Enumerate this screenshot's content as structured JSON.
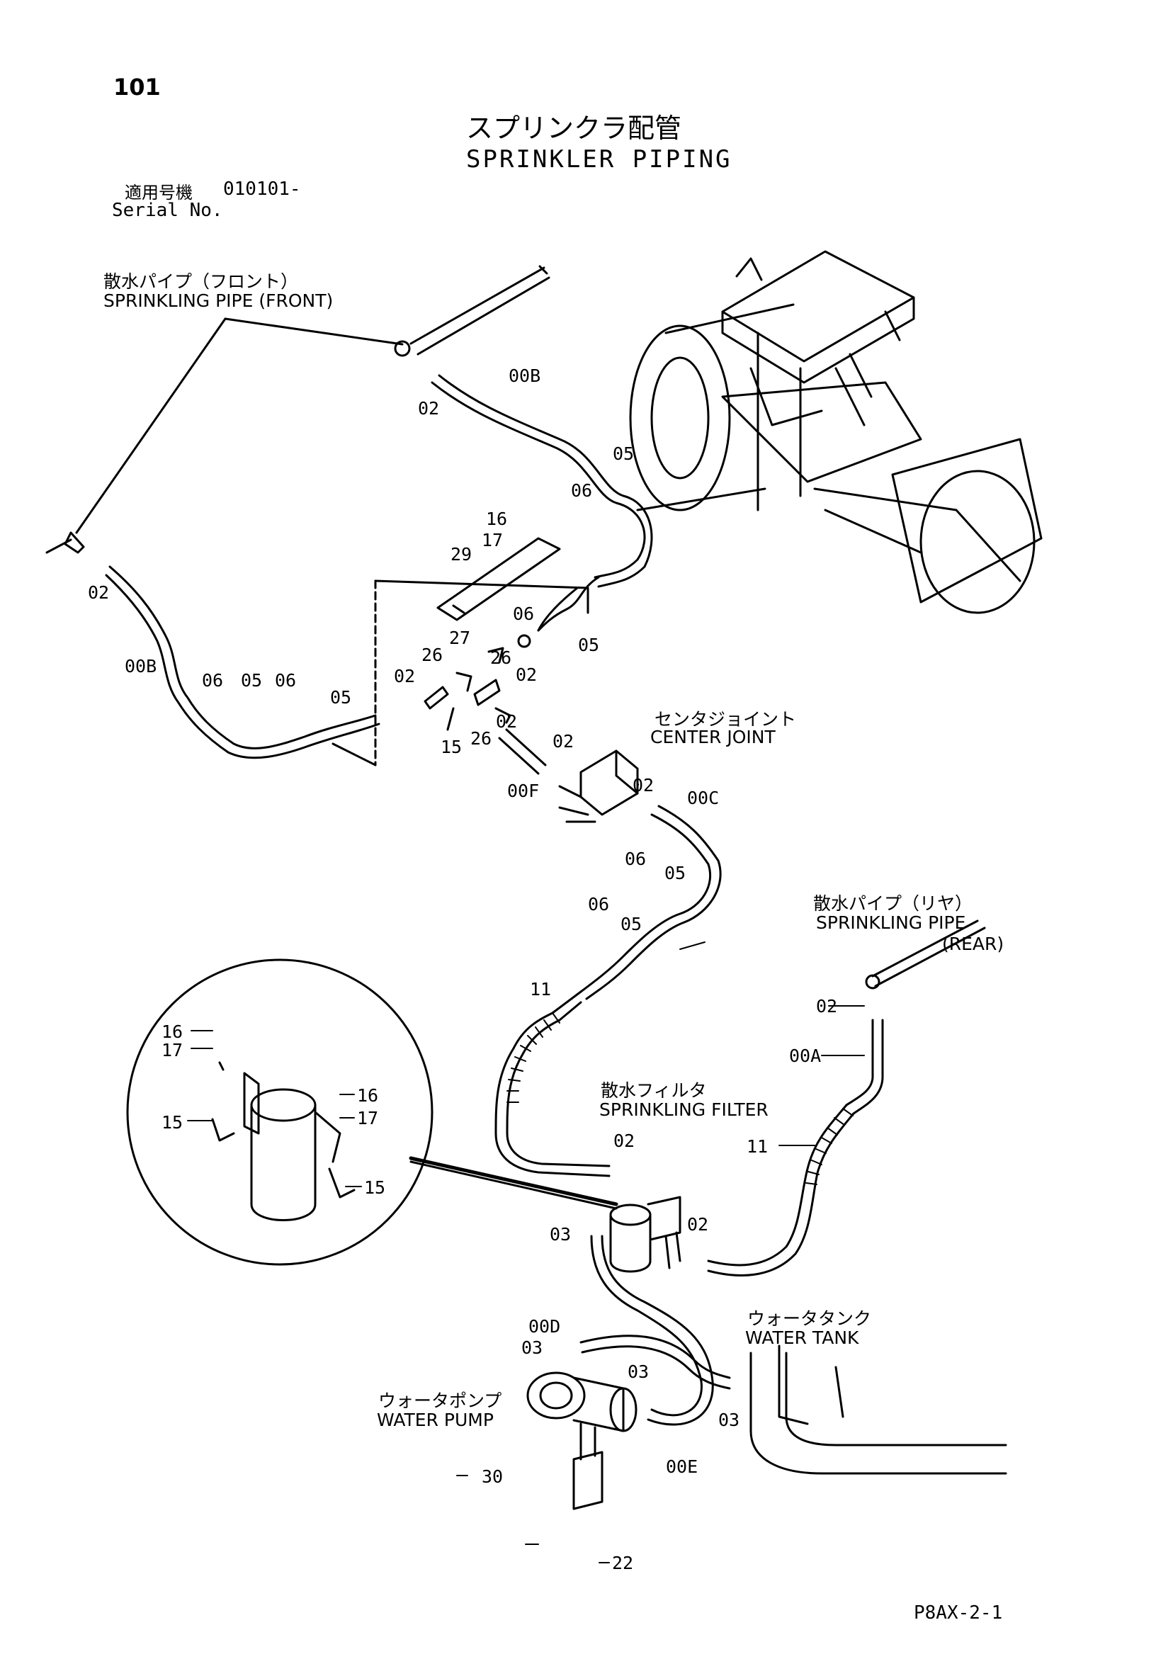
{
  "header": {
    "page_number": "101",
    "title_ja": "スプリンクラ配管",
    "title_en": "SPRINKLER PIPING",
    "serial_label_ja": "適用号機",
    "serial_value": "010101-",
    "serial_label_en": "Serial No."
  },
  "components": {
    "front_pipe_ja": "散水パイプ（フロント）",
    "front_pipe_en": "SPRINKLING PIPE (FRONT)",
    "center_joint_ja": "センタジョイント",
    "center_joint_en": "CENTER JOINT",
    "rear_pipe_ja": "散水パイプ（リヤ）",
    "rear_pipe_en_1": "SPRINKLING PIPE",
    "rear_pipe_en_2": "(REAR)",
    "filter_ja": "散水フィルタ",
    "filter_en": "SPRINKLING FILTER",
    "tank_ja": "ウォータタンク",
    "tank_en": "WATER TANK",
    "pump_ja": "ウォータポンプ",
    "pump_en": "WATER PUMP"
  },
  "part_numbers": {
    "p02": "02",
    "p03": "03",
    "p05": "05",
    "p06": "06",
    "p11": "11",
    "p15": "15",
    "p16": "16",
    "p17": "17",
    "p22": "22",
    "p26": "26",
    "p27": "27",
    "p29": "29",
    "p30": "30",
    "h00A": "00A",
    "h00B": "00B",
    "h00C": "00C",
    "h00D": "00D",
    "h00E": "00E",
    "h00F": "00F"
  },
  "footer": {
    "doc_code": "P8AX-2-1"
  }
}
